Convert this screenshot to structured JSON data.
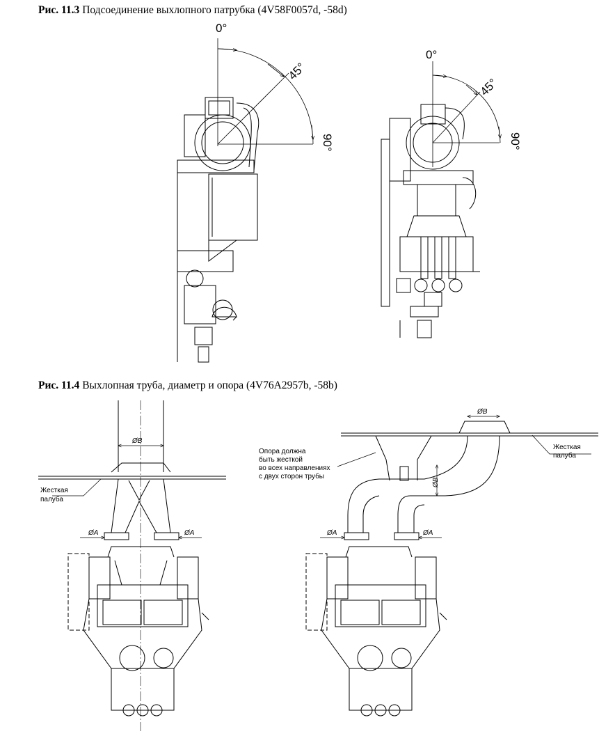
{
  "fig1": {
    "number": "Рис. 11.3",
    "text": "Подсоединение выхлопного патрубка (4V58F0057d, -58d)",
    "angles": {
      "zero": "0°",
      "mid": "45°",
      "right": "90°"
    }
  },
  "fig2": {
    "number": "Рис. 11.4",
    "text": "Выхлопная труба, диаметр и опора (4V76A2957b, -58b)",
    "deck_label": [
      "Жесткая",
      "палуба"
    ],
    "support_note": [
      "Опора должна",
      "быть жесткой",
      "во всех направлениях",
      "с двух сторон трубы"
    ],
    "dim_a": "ØA",
    "dim_b": "ØB"
  }
}
